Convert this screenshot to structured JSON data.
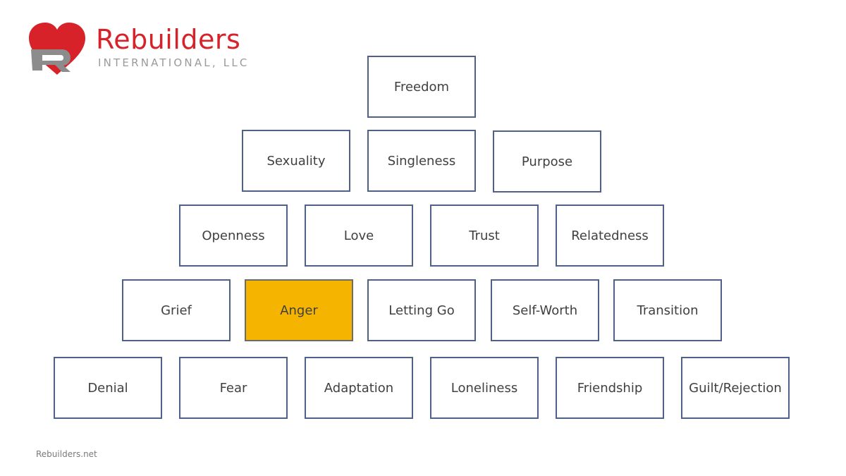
{
  "logo": {
    "name": "Rebuilders",
    "subtitle": "INTERNATIONAL, LLC",
    "colors": {
      "red": "#d8222a",
      "gray": "#9a9a9a"
    }
  },
  "pyramid": {
    "rows": [
      [
        "Freedom"
      ],
      [
        "Sexuality",
        "Singleness",
        "Purpose"
      ],
      [
        "Openness",
        "Love",
        "Trust",
        "Relatedness"
      ],
      [
        "Grief",
        "Anger",
        "Letting Go",
        "Self-Worth",
        "Transition"
      ],
      [
        "Denial",
        "Fear",
        "Adaptation",
        "Loneliness",
        "Friendship",
        "Guilt/Rejection"
      ]
    ],
    "highlighted": "Anger",
    "colors": {
      "border": "#4f6188",
      "highlight": "#f5b400"
    }
  },
  "footer": {
    "text": "Rebuilders.net"
  }
}
